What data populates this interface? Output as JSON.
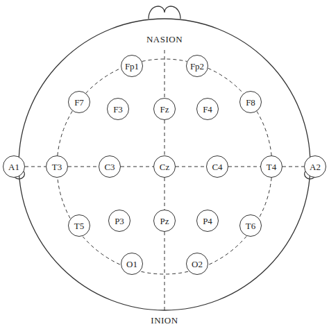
{
  "diagram": {
    "nodes": [
      {
        "text": [
          "Fp1"
        ]
      },
      {
        "text": [
          "Fp2"
        ]
      },
      {
        "text": [
          "F7"
        ]
      },
      {
        "text": [
          "F3"
        ]
      },
      {
        "text": [
          "Fz"
        ]
      },
      {
        "text": [
          "F4"
        ]
      },
      {
        "text": [
          "F8"
        ]
      },
      {
        "text": [
          "A1"
        ]
      },
      {
        "text": [
          "T3"
        ]
      },
      {
        "text": [
          "C3"
        ]
      },
      {
        "text": [
          "Cz"
        ]
      },
      {
        "text": [
          "C4"
        ]
      },
      {
        "text": [
          "T4"
        ]
      },
      {
        "text": [
          "A2"
        ]
      },
      {
        "text": [
          "T5"
        ]
      },
      {
        "text": [
          "P3"
        ]
      },
      {
        "text": [
          "Pz"
        ]
      },
      {
        "text": [
          "P4"
        ]
      },
      {
        "text": [
          "T6"
        ]
      },
      {
        "text": [
          "O1"
        ]
      },
      {
        "text": [
          "O2"
        ]
      }
    ],
    "edges": [
      {
        "from": 7,
        "to": 8,
        "arrow": "none"
      },
      {
        "from": 8,
        "to": 9,
        "arrow": "none"
      },
      {
        "from": 9,
        "to": 10,
        "arrow": "none"
      },
      {
        "from": 10,
        "to": 11,
        "arrow": "none"
      },
      {
        "from": 11,
        "to": 12,
        "arrow": "none"
      },
      {
        "from": 12,
        "to": 13,
        "arrow": "none"
      },
      {
        "from": 4,
        "to": 10,
        "arrow": "none"
      },
      {
        "from": 10,
        "to": 16,
        "arrow": "none"
      },
      {
        "from": 0,
        "to": 1,
        "arrow": "none"
      },
      {
        "from": 1,
        "to": 6,
        "arrow": "none"
      },
      {
        "from": 6,
        "to": 12,
        "arrow": "none"
      },
      {
        "from": 12,
        "to": 18,
        "arrow": "none"
      },
      {
        "from": 18,
        "to": 20,
        "arrow": "none"
      },
      {
        "from": 20,
        "to": 19,
        "arrow": "none"
      },
      {
        "from": 19,
        "to": 14,
        "arrow": "none"
      },
      {
        "from": 14,
        "to": 8,
        "arrow": "none"
      },
      {
        "from": 8,
        "to": 2,
        "arrow": "none"
      },
      {
        "from": 2,
        "to": 0,
        "arrow": "none"
      }
    ],
    "labels": [
      "NASION",
      "INION"
    ]
  }
}
